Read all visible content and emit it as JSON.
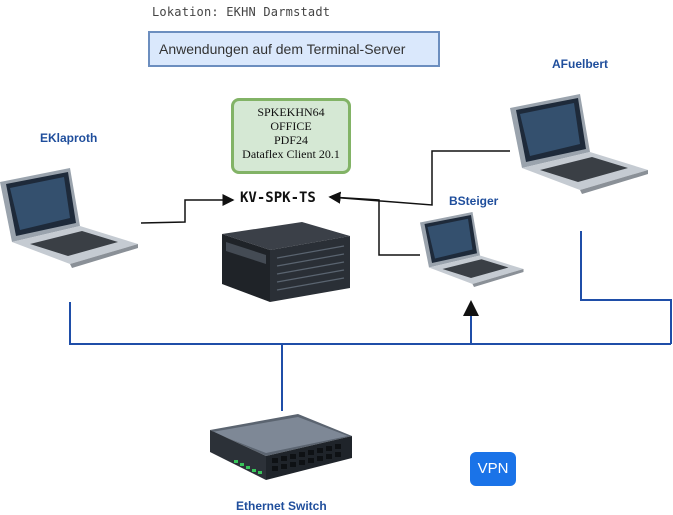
{
  "location": "Lokation: EKHN Darmstadt",
  "terminal_server_box": "Anwendungen auf dem Terminal-Server",
  "software": [
    "SPKEKHN64",
    "OFFICE",
    "PDF24",
    "Dataflex Client 20.1"
  ],
  "server": {
    "label": "KV-SPK-TS",
    "icon": "server-icon"
  },
  "clients": {
    "eklaproth": {
      "label": "EKlaproth",
      "icon": "laptop-icon"
    },
    "afuelbert": {
      "label": "AFuelbert",
      "icon": "laptop-icon"
    },
    "bsteiger": {
      "label": "BSteiger",
      "icon": "laptop-icon"
    }
  },
  "switch": {
    "label": "Ethernet Switch",
    "icon": "ethernet-switch-icon"
  },
  "vpn": {
    "label": "VPN",
    "color": "#1a73e8"
  },
  "colors": {
    "network_line": "#1f4ea8",
    "box_blue_border": "#6c8ebf",
    "box_green_border": "#82b366"
  }
}
